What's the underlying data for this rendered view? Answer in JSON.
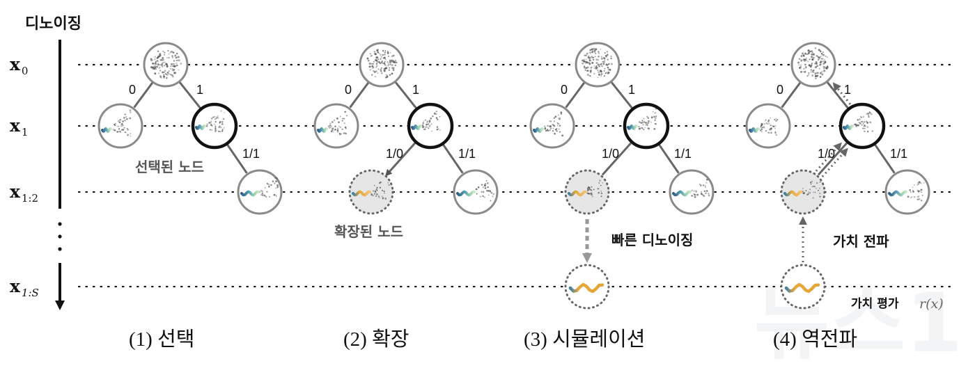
{
  "axis": {
    "title": "디노이징",
    "levels": [
      {
        "base": "x",
        "sub": "0"
      },
      {
        "base": "x",
        "sub": "1"
      },
      {
        "base": "x",
        "sub": "1:2"
      },
      {
        "base": "x",
        "sub": "1:S"
      }
    ]
  },
  "edge_labels": {
    "left": "0",
    "right": "1",
    "child_left": "1/0",
    "child_right": "1/1"
  },
  "annotations": {
    "selected_node": "선택된 노드",
    "expanded_node": "확장된 노드",
    "fast_denoising": "빠른 디노이징",
    "value_propagation": "가치 전파",
    "value_evaluation": "가치 평가",
    "reward": "r(x)"
  },
  "steps": [
    {
      "label": "(1) 선택"
    },
    {
      "label": "(2) 확장"
    },
    {
      "label": "(3) 시뮬레이션"
    },
    {
      "label": "(4) 역전파"
    }
  ],
  "watermark": "뉴스1",
  "colors": {
    "node_stroke": "#8a8a8a",
    "selected_stroke": "#111111",
    "dotted_fill": "#e6e6e6",
    "arrow_gray": "#999999",
    "dna_blue": "#3d7ea6",
    "dna_orange": "#e8a93a",
    "dna_green": "#8cc9a0"
  }
}
